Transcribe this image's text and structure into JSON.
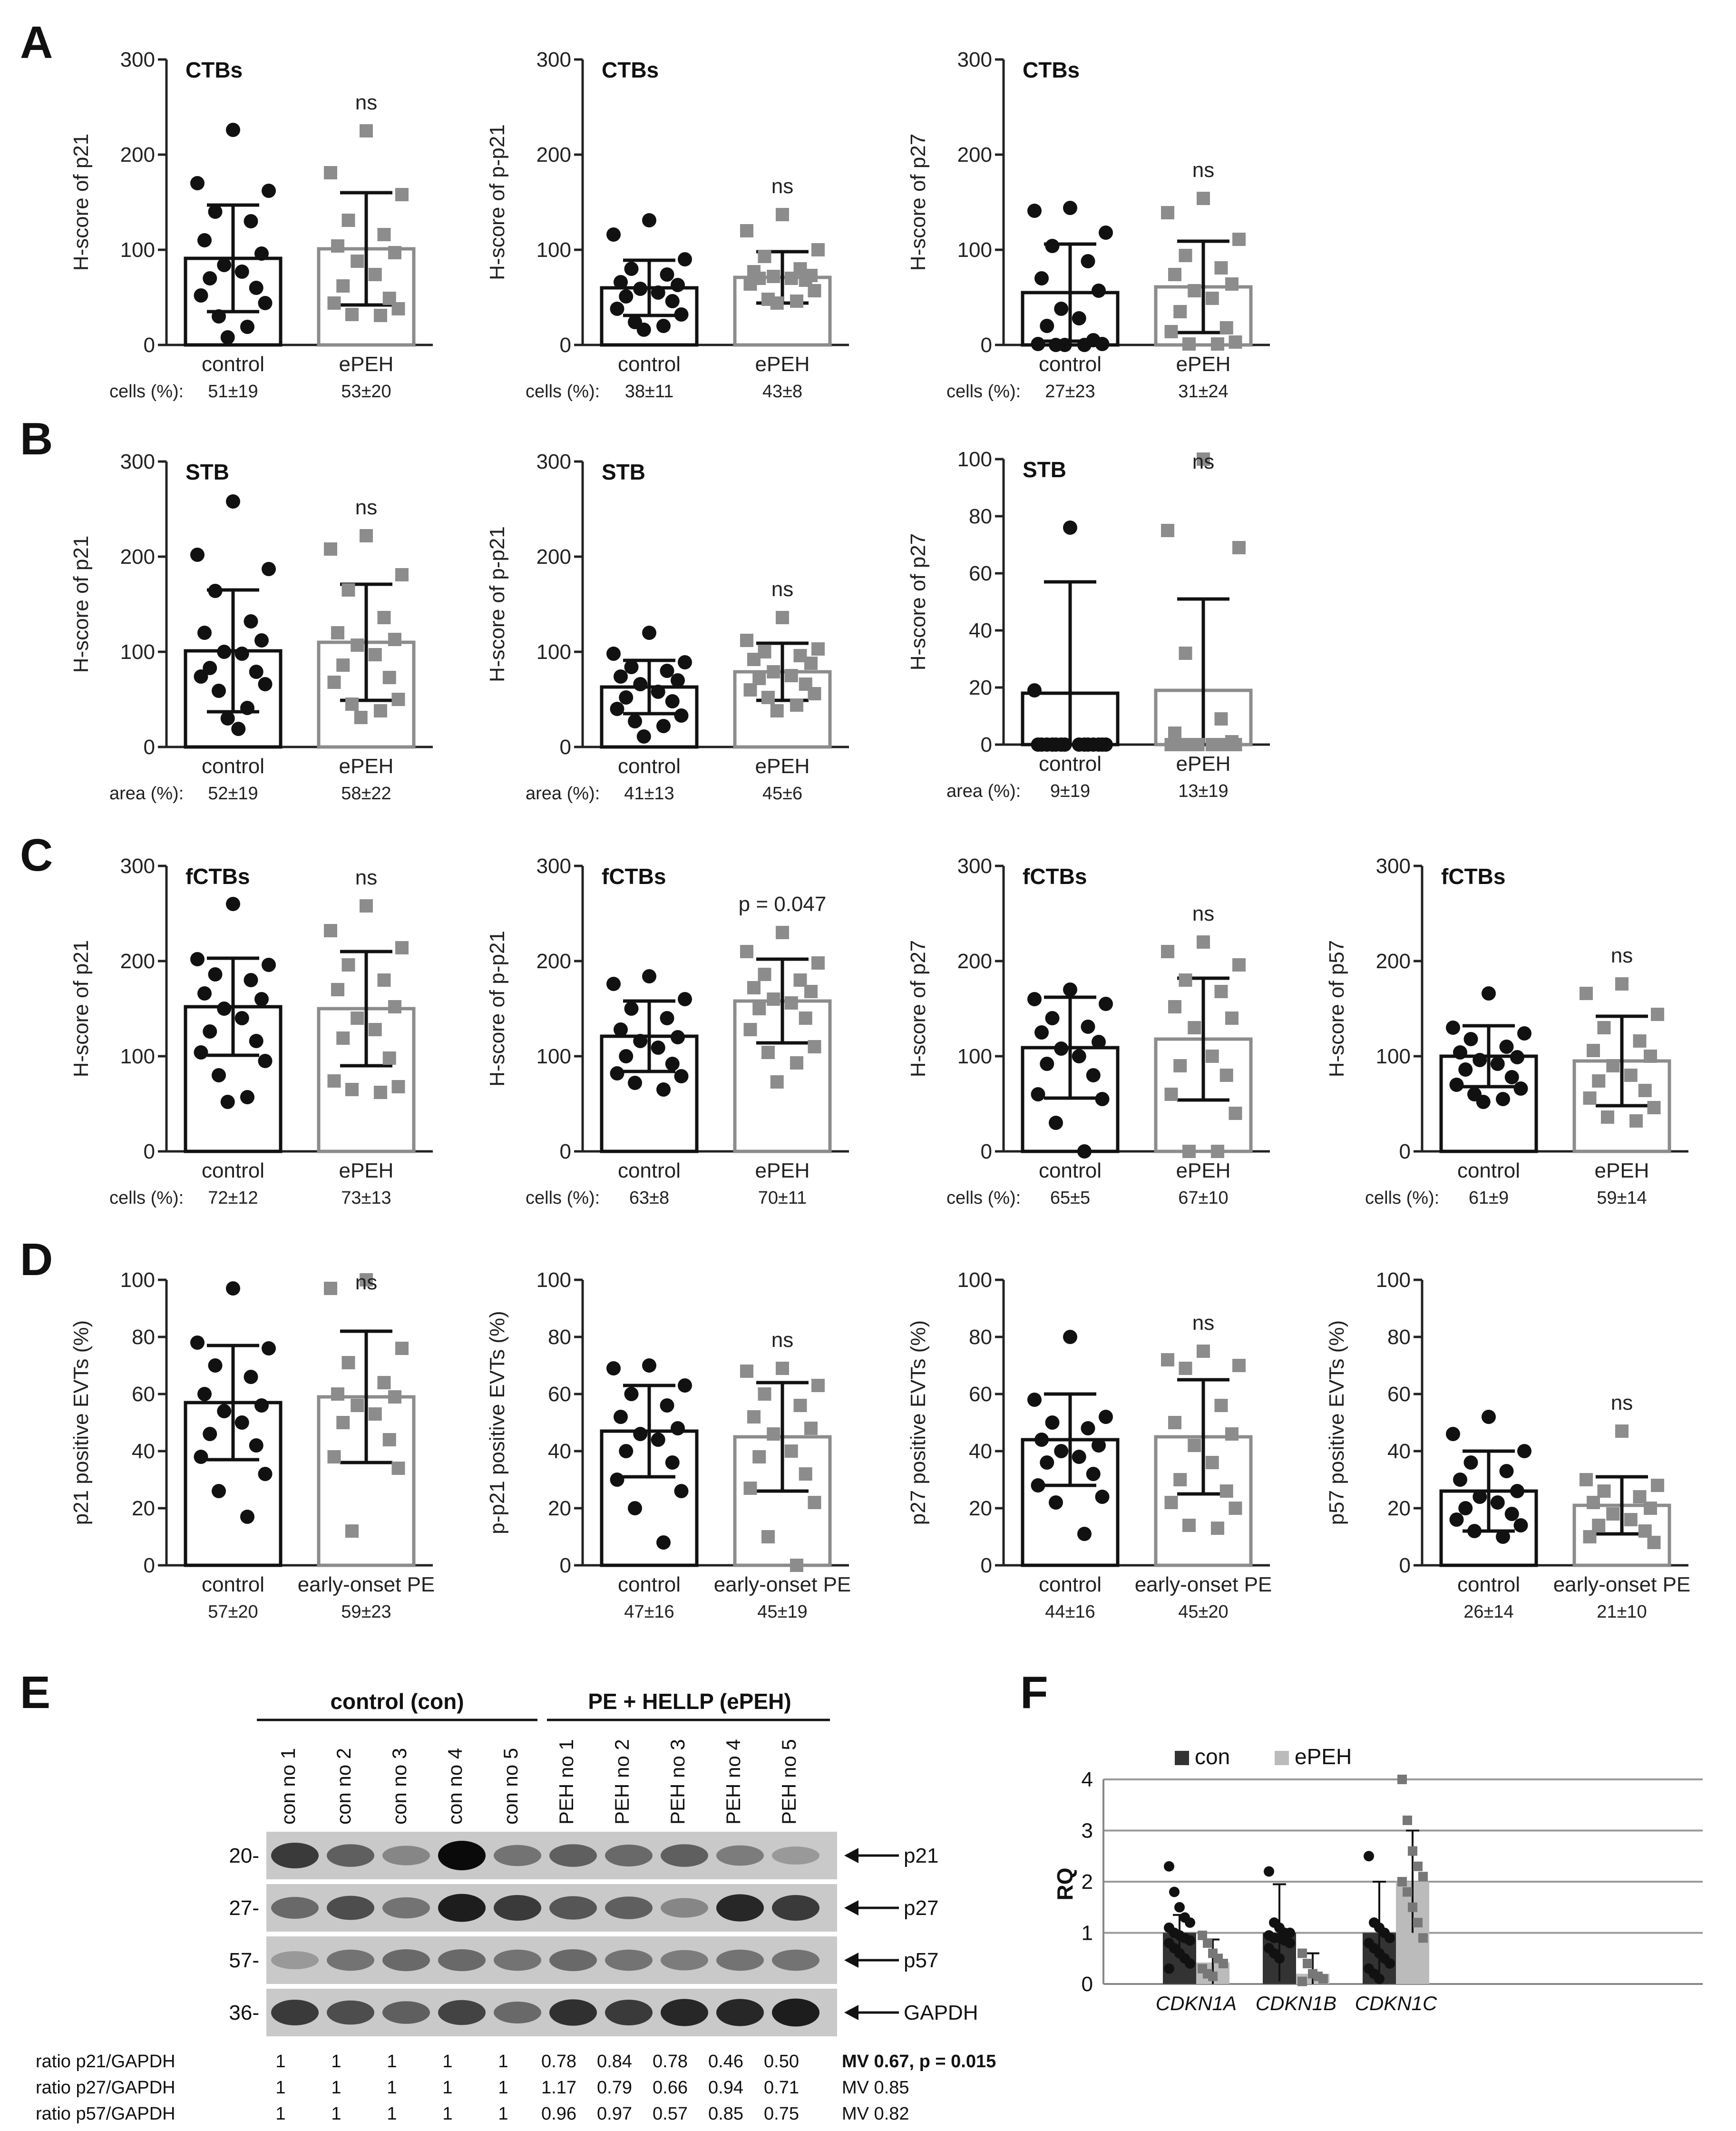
{
  "panel_labels": [
    "A",
    "B",
    "C",
    "D",
    "E",
    "F"
  ],
  "chart_data": [
    {
      "id": "A1",
      "panel": "A",
      "type": "bar",
      "title": "CTBs",
      "ylabel": "H-score of p21",
      "ylim": [
        0,
        300
      ],
      "yticks": [
        0,
        100,
        200,
        300
      ],
      "categories": [
        "control",
        "ePEH"
      ],
      "means": [
        91,
        101
      ],
      "sd": [
        56,
        59
      ],
      "points": [
        [
          226,
          170,
          162,
          140,
          130,
          110,
          96,
          84,
          77,
          70,
          60,
          52,
          44,
          30,
          19,
          8
        ],
        [
          225,
          181,
          158,
          131,
          116,
          104,
          97,
          88,
          74,
          62,
          49,
          44,
          38,
          32,
          31
        ]
      ],
      "annotation": "ns",
      "annot_index": 1,
      "footnote_label": "cells (%):",
      "footnote_values": [
        "51±19",
        "53±20"
      ]
    },
    {
      "id": "A2",
      "panel": "A",
      "type": "bar",
      "title": "CTBs",
      "ylabel": "H-score of p-p21",
      "ylim": [
        0,
        300
      ],
      "yticks": [
        0,
        100,
        200,
        300
      ],
      "categories": [
        "control",
        "ePEH"
      ],
      "means": [
        60,
        71
      ],
      "sd": [
        29,
        27
      ],
      "points": [
        [
          131,
          116,
          90,
          80,
          74,
          66,
          63,
          59,
          55,
          51,
          46,
          38,
          32,
          24,
          20,
          16
        ],
        [
          137,
          120,
          100,
          93,
          80,
          77,
          73,
          72,
          70,
          70,
          68,
          64,
          57,
          48,
          46,
          44
        ]
      ],
      "annotation": "ns",
      "annot_index": 1,
      "footnote_label": "cells (%):",
      "footnote_values": [
        "38±11",
        "43±8"
      ]
    },
    {
      "id": "A3",
      "panel": "A",
      "type": "bar",
      "title": "CTBs",
      "ylabel": "H-score of p27",
      "ylim": [
        0,
        300
      ],
      "yticks": [
        0,
        100,
        200,
        300
      ],
      "categories": [
        "control",
        "ePEH"
      ],
      "means": [
        55,
        61
      ],
      "sd": [
        51,
        48
      ],
      "points": [
        [
          144,
          141,
          118,
          104,
          88,
          70,
          57,
          38,
          28,
          20,
          5,
          1,
          1,
          0,
          0,
          0
        ],
        [
          154,
          139,
          111,
          94,
          81,
          74,
          64,
          57,
          49,
          35,
          18,
          14,
          3,
          1,
          1
        ]
      ],
      "annotation": "ns",
      "annot_index": 1,
      "footnote_label": "cells (%):",
      "footnote_values": [
        "27±23",
        "31±24"
      ]
    },
    {
      "id": "B1",
      "panel": "B",
      "type": "bar",
      "title": "STB",
      "ylabel": "H-score of p21",
      "ylim": [
        0,
        300
      ],
      "yticks": [
        0,
        100,
        200,
        300
      ],
      "categories": [
        "control",
        "ePEH"
      ],
      "means": [
        101,
        110
      ],
      "sd": [
        64,
        61
      ],
      "points": [
        [
          258,
          202,
          187,
          164,
          132,
          120,
          112,
          100,
          98,
          83,
          79,
          74,
          66,
          59,
          41,
          30,
          19
        ],
        [
          222,
          208,
          181,
          165,
          136,
          120,
          113,
          107,
          97,
          86,
          73,
          68,
          50,
          45,
          38,
          31
        ]
      ],
      "annotation": "ns",
      "annot_index": 1,
      "footnote_label": "area (%):",
      "footnote_values": [
        "52±19",
        "58±22"
      ]
    },
    {
      "id": "B2",
      "panel": "B",
      "type": "bar",
      "title": "STB",
      "ylabel": "H-score of p-p21",
      "ylim": [
        0,
        300
      ],
      "yticks": [
        0,
        100,
        200,
        300
      ],
      "categories": [
        "control",
        "ePEH"
      ],
      "means": [
        63,
        79
      ],
      "sd": [
        28,
        30
      ],
      "points": [
        [
          120,
          98,
          89,
          84,
          80,
          74,
          70,
          66,
          58,
          52,
          48,
          40,
          33,
          27,
          22,
          11
        ],
        [
          136,
          112,
          103,
          100,
          96,
          92,
          88,
          79,
          75,
          72,
          66,
          60,
          56,
          52,
          44,
          38
        ]
      ],
      "annotation": "ns",
      "annot_index": 1,
      "footnote_label": "area (%):",
      "footnote_values": [
        "41±13",
        "45±6"
      ]
    },
    {
      "id": "B3",
      "panel": "B",
      "type": "bar",
      "title": "STB",
      "ylabel": "H-score of p27",
      "ylim": [
        0,
        100
      ],
      "yticks": [
        0,
        20,
        40,
        60,
        80,
        100
      ],
      "categories": [
        "control",
        "ePEH"
      ],
      "means": [
        18,
        19
      ],
      "sd": [
        39,
        32
      ],
      "points": [
        [
          76,
          19,
          0,
          0,
          0,
          0,
          0,
          0,
          0,
          0,
          0,
          0,
          0,
          0,
          0,
          0
        ],
        [
          100,
          75,
          69,
          32,
          9,
          4,
          1,
          0,
          0,
          0,
          0,
          0,
          0,
          0,
          0,
          0
        ]
      ],
      "annotation": "ns",
      "annot_index": 1,
      "footnote_label": "area (%):",
      "footnote_values": [
        "9±19",
        "13±19"
      ]
    },
    {
      "id": "C1",
      "panel": "C",
      "type": "bar",
      "title": "fCTBs",
      "ylabel": "H-score of p21",
      "ylim": [
        0,
        300
      ],
      "yticks": [
        0,
        100,
        200,
        300
      ],
      "categories": [
        "control",
        "ePEH"
      ],
      "means": [
        152,
        150
      ],
      "sd": [
        51,
        60
      ],
      "points": [
        [
          260,
          202,
          196,
          186,
          180,
          166,
          160,
          150,
          140,
          126,
          116,
          104,
          95,
          80,
          57,
          52
        ],
        [
          258,
          232,
          214,
          196,
          180,
          170,
          152,
          140,
          128,
          119,
          98,
          74,
          68,
          65,
          62
        ]
      ],
      "annotation": "ns",
      "annot_index": 1,
      "footnote_label": "cells (%):",
      "footnote_values": [
        "72±12",
        "73±13"
      ]
    },
    {
      "id": "C2",
      "panel": "C",
      "type": "bar",
      "title": "fCTBs",
      "ylabel": "H-score of p-p21",
      "ylim": [
        0,
        300
      ],
      "yticks": [
        0,
        100,
        200,
        300
      ],
      "categories": [
        "control",
        "ePEH"
      ],
      "means": [
        121,
        158
      ],
      "sd": [
        37,
        44
      ],
      "points": [
        [
          184,
          176,
          160,
          150,
          140,
          128,
          120,
          116,
          109,
          100,
          92,
          82,
          79,
          72,
          65
        ],
        [
          230,
          210,
          198,
          186,
          180,
          172,
          168,
          160,
          156,
          150,
          140,
          128,
          110,
          104,
          93,
          73
        ]
      ],
      "annotation": "p = 0.047",
      "annot_index": 1,
      "footnote_label": "cells (%):",
      "footnote_values": [
        "63±8",
        "70±11"
      ]
    },
    {
      "id": "C3",
      "panel": "C",
      "type": "bar",
      "title": "fCTBs",
      "ylabel": "H-score of p27",
      "ylim": [
        0,
        300
      ],
      "yticks": [
        0,
        100,
        200,
        300
      ],
      "categories": [
        "control",
        "ePEH"
      ],
      "means": [
        109,
        118
      ],
      "sd": [
        53,
        64
      ],
      "points": [
        [
          170,
          160,
          155,
          140,
          131,
          125,
          115,
          108,
          100,
          92,
          80,
          60,
          55,
          30,
          0
        ],
        [
          220,
          210,
          196,
          180,
          168,
          152,
          140,
          130,
          100,
          90,
          80,
          60,
          40,
          0,
          0
        ]
      ],
      "annotation": "ns",
      "annot_index": 1,
      "footnote_label": "cells (%):",
      "footnote_values": [
        "65±5",
        "67±10"
      ]
    },
    {
      "id": "C4",
      "panel": "C",
      "type": "bar",
      "title": "fCTBs",
      "ylabel": "H-score of p57",
      "ylim": [
        0,
        300
      ],
      "yticks": [
        0,
        100,
        200,
        300
      ],
      "categories": [
        "control",
        "ePEH"
      ],
      "means": [
        100,
        95
      ],
      "sd": [
        32,
        47
      ],
      "points": [
        [
          166,
          130,
          124,
          118,
          110,
          104,
          99,
          96,
          92,
          86,
          78,
          70,
          66,
          60,
          55,
          52
        ],
        [
          176,
          166,
          144,
          130,
          116,
          106,
          100,
          90,
          80,
          74,
          64,
          56,
          46,
          36,
          32
        ]
      ],
      "annotation": "ns",
      "annot_index": 1,
      "footnote_label": "cells (%):",
      "footnote_values": [
        "61±9",
        "59±14"
      ]
    },
    {
      "id": "D1",
      "panel": "D",
      "type": "bar",
      "title": "",
      "ylabel": "p21 positive EVTs (%)",
      "ylim": [
        0,
        100
      ],
      "yticks": [
        0,
        20,
        40,
        60,
        80,
        100
      ],
      "categories": [
        "control",
        "early-onset PE"
      ],
      "means": [
        57,
        59
      ],
      "sd": [
        20,
        23
      ],
      "points": [
        [
          97,
          78,
          76,
          70,
          66,
          60,
          56,
          54,
          50,
          46,
          42,
          38,
          32,
          26,
          17
        ],
        [
          100,
          97,
          76,
          71,
          64,
          60,
          59,
          56,
          53,
          50,
          44,
          38,
          34,
          12
        ]
      ],
      "annotation": "ns",
      "annot_index": 1,
      "footnote_label": "",
      "footnote_values": [
        "57±20",
        "59±23"
      ]
    },
    {
      "id": "D2",
      "panel": "D",
      "type": "bar",
      "title": "",
      "ylabel": "p-p21 positive EVTs (%)",
      "ylim": [
        0,
        100
      ],
      "yticks": [
        0,
        20,
        40,
        60,
        80,
        100
      ],
      "categories": [
        "control",
        "early-onset PE"
      ],
      "means": [
        47,
        45
      ],
      "sd": [
        16,
        19
      ],
      "points": [
        [
          70,
          69,
          63,
          60,
          56,
          52,
          48,
          46,
          44,
          40,
          36,
          30,
          26,
          20,
          8
        ],
        [
          69,
          68,
          63,
          60,
          56,
          52,
          48,
          46,
          40,
          38,
          32,
          27,
          22,
          10,
          0
        ]
      ],
      "annotation": "ns",
      "annot_index": 1,
      "footnote_label": "",
      "footnote_values": [
        "47±16",
        "45±19"
      ]
    },
    {
      "id": "D3",
      "panel": "D",
      "type": "bar",
      "title": "",
      "ylabel": "p27 positive EVTs (%)",
      "ylim": [
        0,
        100
      ],
      "yticks": [
        0,
        20,
        40,
        60,
        80,
        100
      ],
      "categories": [
        "control",
        "early-onset PE"
      ],
      "means": [
        44,
        45
      ],
      "sd": [
        16,
        20
      ],
      "points": [
        [
          80,
          58,
          52,
          50,
          48,
          44,
          42,
          40,
          38,
          36,
          32,
          28,
          24,
          22,
          11
        ],
        [
          75,
          72,
          70,
          69,
          56,
          50,
          46,
          42,
          36,
          30,
          26,
          22,
          20,
          14,
          13
        ]
      ],
      "annotation": "ns",
      "annot_index": 1,
      "footnote_label": "",
      "footnote_values": [
        "44±16",
        "45±20"
      ]
    },
    {
      "id": "D4",
      "panel": "D",
      "type": "bar",
      "title": "",
      "ylabel": "p57 positive EVTs (%)",
      "ylim": [
        0,
        100
      ],
      "yticks": [
        0,
        20,
        40,
        60,
        80,
        100
      ],
      "categories": [
        "control",
        "early-onset PE"
      ],
      "means": [
        26,
        21
      ],
      "sd": [
        14,
        10
      ],
      "points": [
        [
          52,
          46,
          40,
          36,
          33,
          30,
          26,
          24,
          22,
          20,
          18,
          16,
          14,
          12,
          10
        ],
        [
          47,
          30,
          28,
          26,
          24,
          22,
          20,
          18,
          16,
          14,
          12,
          10,
          8
        ]
      ],
      "annotation": "ns",
      "annot_index": 1,
      "footnote_label": "",
      "footnote_values": [
        "26±14",
        "21±10"
      ]
    },
    {
      "id": "F",
      "panel": "F",
      "type": "bar",
      "title": "",
      "ylabel": "RQ",
      "ylim": [
        0,
        4
      ],
      "yticks": [
        0,
        1,
        2,
        3,
        4
      ],
      "legend": [
        "con",
        "ePEH"
      ],
      "categories": [
        "CDKN1A",
        "CDKN1B",
        "CDKN1C"
      ],
      "series": [
        {
          "name": "con",
          "values": [
            1.0,
            1.0,
            1.0
          ],
          "sd": [
            0.35,
            0.95,
            1.0
          ],
          "color": "#333333",
          "points": [
            [
              2.3,
              1.8,
              1.5,
              1.3,
              1.2,
              1.1,
              1.0,
              0.95,
              0.9,
              0.85,
              0.8,
              0.7,
              0.6,
              0.5,
              0.4,
              0.3
            ],
            [
              2.2,
              1.2,
              1.1,
              1.0,
              1.0,
              0.95,
              0.9,
              0.9,
              0.85,
              0.8,
              0.7,
              0.6,
              0.5
            ],
            [
              2.5,
              1.2,
              1.1,
              1.0,
              0.9,
              0.8,
              0.7,
              0.6,
              0.5,
              0.4,
              0.3,
              0.2,
              0.1
            ]
          ]
        },
        {
          "name": "ePEH",
          "values": [
            0.42,
            0.2,
            2.0
          ],
          "sd": [
            0.45,
            0.4,
            1.0
          ],
          "color": "#bbbbbb",
          "points": [
            [
              0.95,
              0.8,
              0.6,
              0.5,
              0.4,
              0.3,
              0.2,
              0.15
            ],
            [
              0.6,
              0.4,
              0.2,
              0.15,
              0.1,
              0.05
            ],
            [
              4.0,
              3.2,
              2.6,
              2.3,
              2.1,
              2.0,
              1.8,
              1.5,
              1.2,
              0.9
            ]
          ]
        }
      ]
    }
  ],
  "blot": {
    "group_labels": [
      "control (con)",
      "PE + HELLP (ePEH)"
    ],
    "lanes": [
      "con no 1",
      "con no 2",
      "con no 3",
      "con no 4",
      "con no 5",
      "PEH no 1",
      "PEH no 2",
      "PEH no 3",
      "PEH no 4",
      "PEH no 5"
    ],
    "rows": [
      {
        "marker": "20-",
        "protein": "p21",
        "intensity": [
          0.75,
          0.55,
          0.35,
          1.0,
          0.45,
          0.55,
          0.5,
          0.55,
          0.4,
          0.25
        ]
      },
      {
        "marker": "27-",
        "protein": "p27",
        "intensity": [
          0.5,
          0.65,
          0.45,
          0.9,
          0.75,
          0.6,
          0.55,
          0.35,
          0.85,
          0.75
        ]
      },
      {
        "marker": "57-",
        "protein": "p57",
        "intensity": [
          0.25,
          0.45,
          0.5,
          0.5,
          0.45,
          0.5,
          0.45,
          0.4,
          0.45,
          0.45
        ]
      },
      {
        "marker": "36-",
        "protein": "GAPDH",
        "intensity": [
          0.75,
          0.65,
          0.55,
          0.7,
          0.5,
          0.8,
          0.75,
          0.85,
          0.85,
          0.9
        ]
      }
    ],
    "ratios": [
      {
        "label": "ratio p21/GAPDH",
        "values": [
          "1",
          "1",
          "1",
          "1",
          "1",
          "0.78",
          "0.84",
          "0.78",
          "0.46",
          "0.50"
        ],
        "summary": "MV 0.67, p = 0.015",
        "bold": true
      },
      {
        "label": "ratio p27/GAPDH",
        "values": [
          "1",
          "1",
          "1",
          "1",
          "1",
          "1.17",
          "0.79",
          "0.66",
          "0.94",
          "0.71"
        ],
        "summary": "MV 0.85",
        "bold": false
      },
      {
        "label": "ratio p57/GAPDH",
        "values": [
          "1",
          "1",
          "1",
          "1",
          "1",
          "0.96",
          "0.97",
          "0.57",
          "0.85",
          "0.75"
        ],
        "summary": "MV 0.82",
        "bold": false
      }
    ]
  }
}
